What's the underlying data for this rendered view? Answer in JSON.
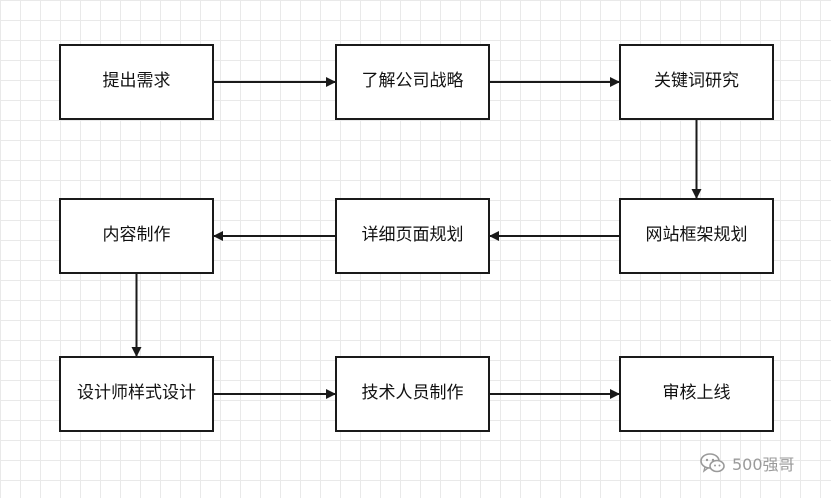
{
  "nodes": [
    {
      "id": "n1",
      "label": "提出需求"
    },
    {
      "id": "n2",
      "label": "了解公司战略"
    },
    {
      "id": "n3",
      "label": "关键词研究"
    },
    {
      "id": "n4",
      "label": "网站框架规划"
    },
    {
      "id": "n5",
      "label": "详细页面规划"
    },
    {
      "id": "n6",
      "label": "内容制作"
    },
    {
      "id": "n7",
      "label": "设计师样式设计"
    },
    {
      "id": "n8",
      "label": "技术人员制作"
    },
    {
      "id": "n9",
      "label": "审核上线"
    }
  ],
  "edges": [
    {
      "from": "n1",
      "to": "n2"
    },
    {
      "from": "n2",
      "to": "n3"
    },
    {
      "from": "n3",
      "to": "n4"
    },
    {
      "from": "n4",
      "to": "n5"
    },
    {
      "from": "n5",
      "to": "n6"
    },
    {
      "from": "n6",
      "to": "n7"
    },
    {
      "from": "n7",
      "to": "n8"
    },
    {
      "from": "n8",
      "to": "n9"
    }
  ],
  "watermark": {
    "text": "500强哥",
    "icon": "wechat-icon"
  },
  "colors": {
    "stroke": "#1a1a1a",
    "grid": "#e9e9e9",
    "watermark": "#9a9a9a"
  }
}
